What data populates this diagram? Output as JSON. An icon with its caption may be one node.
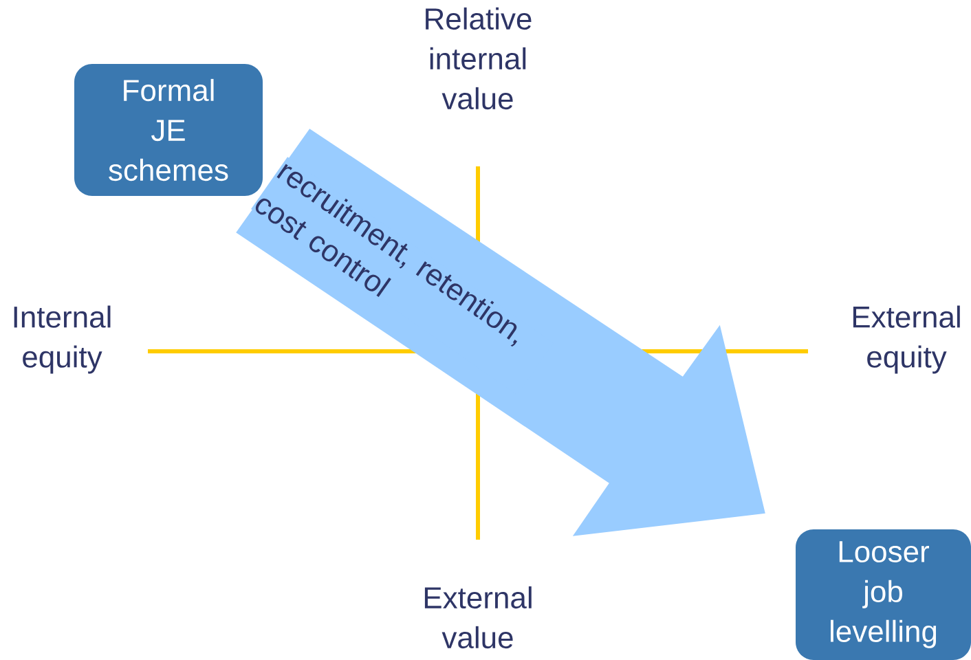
{
  "diagram": {
    "nodes": [
      {
        "text": [
          "Formal JE schemes"
        ]
      },
      {
        "text": [
          "Looser job levelling"
        ]
      }
    ],
    "edges": [
      {
        "from": 0,
        "to": 1,
        "arrow": "to",
        "label": "recruitment, retention, cost control",
        "style": "thick"
      }
    ],
    "labels": [
      "Relative internal value",
      "Internal equity",
      "External equity",
      "External value"
    ]
  }
}
